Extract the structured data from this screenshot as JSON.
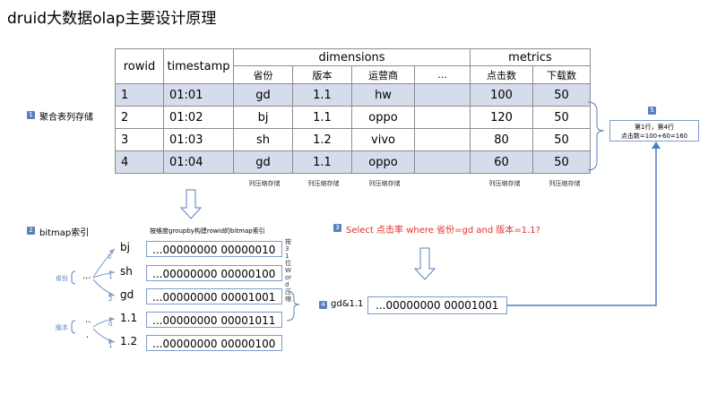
{
  "title": "druid大数据olap主要设计原理",
  "table": {
    "rowid": "rowid",
    "timestamp": "timestamp",
    "dimensions": "dimensions",
    "metrics": "metrics",
    "dim_cols": [
      "省份",
      "版本",
      "运营商",
      "..."
    ],
    "metric_cols": [
      "点击数",
      "下载数"
    ],
    "rows": [
      {
        "id": "1",
        "ts": "01:01",
        "prov": "gd",
        "ver": "1.1",
        "op": "hw",
        "click": "100",
        "dl": "50"
      },
      {
        "id": "2",
        "ts": "01:02",
        "prov": "bj",
        "ver": "1.1",
        "op": "oppo",
        "click": "120",
        "dl": "50"
      },
      {
        "id": "3",
        "ts": "01:03",
        "prov": "sh",
        "ver": "1.2",
        "op": "vivo",
        "click": "80",
        "dl": "50"
      },
      {
        "id": "4",
        "ts": "01:04",
        "prov": "gd",
        "ver": "1.1",
        "op": "oppo",
        "click": "60",
        "dl": "50"
      }
    ],
    "col_note": "列压缩存储"
  },
  "step1": {
    "num": "1",
    "label": "聚合表列存储"
  },
  "step2": {
    "num": "2",
    "label": "bitmap索引",
    "header": "按维度groupby构建rowid的bitmap索引"
  },
  "step3": {
    "num": "3",
    "label": "Select 点击率 where 省份=gd and 版本=1.1?"
  },
  "step4": {
    "num": "4",
    "label": "gd&1.1"
  },
  "step5": {
    "num": "5",
    "line1": "第1行，第4行",
    "line2": "点击数=100+60=160"
  },
  "bitmaps": [
    {
      "key": "bj",
      "bits": "...00000000 00000010"
    },
    {
      "key": "sh",
      "bits": "...00000000 00000100"
    },
    {
      "key": "gd",
      "bits": "...00000000 00001001"
    },
    {
      "key": "1.1",
      "bits": "...00000000 00001011"
    },
    {
      "key": "1.2",
      "bits": "...00000000 00000100"
    }
  ],
  "and_result": "...00000000 00001001",
  "compress_note": "按31位Word压缩",
  "tree": {
    "prov_label": "省份",
    "ver_label": "版本",
    "dots": "...",
    "dots2": "..",
    "dots3": ".",
    "edges": [
      "0",
      "1",
      "2",
      "0",
      "1"
    ]
  },
  "colors": {
    "accent": "#5b7fbe",
    "shade": "#d5dcec",
    "query": "#e0302a",
    "line": "#4f7ec4"
  }
}
